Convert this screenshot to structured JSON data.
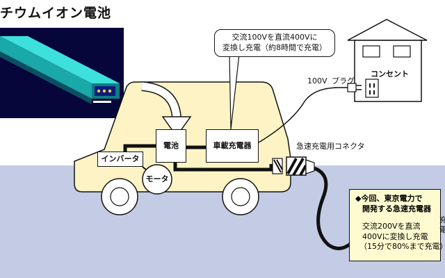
{
  "title": "チウムイオン電池",
  "car": {
    "battery": "電池",
    "onboard_charger": "車載充電器",
    "inverter": "インバータ",
    "motor": "モータ"
  },
  "onboard_note": [
    "交流100Vを直流400Vに",
    "変換し充電（約8時間で充電）"
  ],
  "house": {
    "outlet": "コンセント"
  },
  "plug": {
    "voltage": "100V",
    "label": "プラグ"
  },
  "quick_connector": "急速充電用コネクタ",
  "quick_charger_note": {
    "line1": "◆今回、東京電力で",
    "line2": "開発する急速充電器",
    "line3": "交流200Vを直流",
    "line4": "400Vに変換し充電",
    "line5": "（15分で80%まで充電）"
  },
  "edge_chars": [
    "充",
    "電"
  ],
  "colors": {
    "ground": "#c3cce4",
    "car_body": "#fdf3c4",
    "note_bg": "#fffbd0",
    "battery_top": "#2fd3cf",
    "battery_dark": "#0a0a5a"
  }
}
